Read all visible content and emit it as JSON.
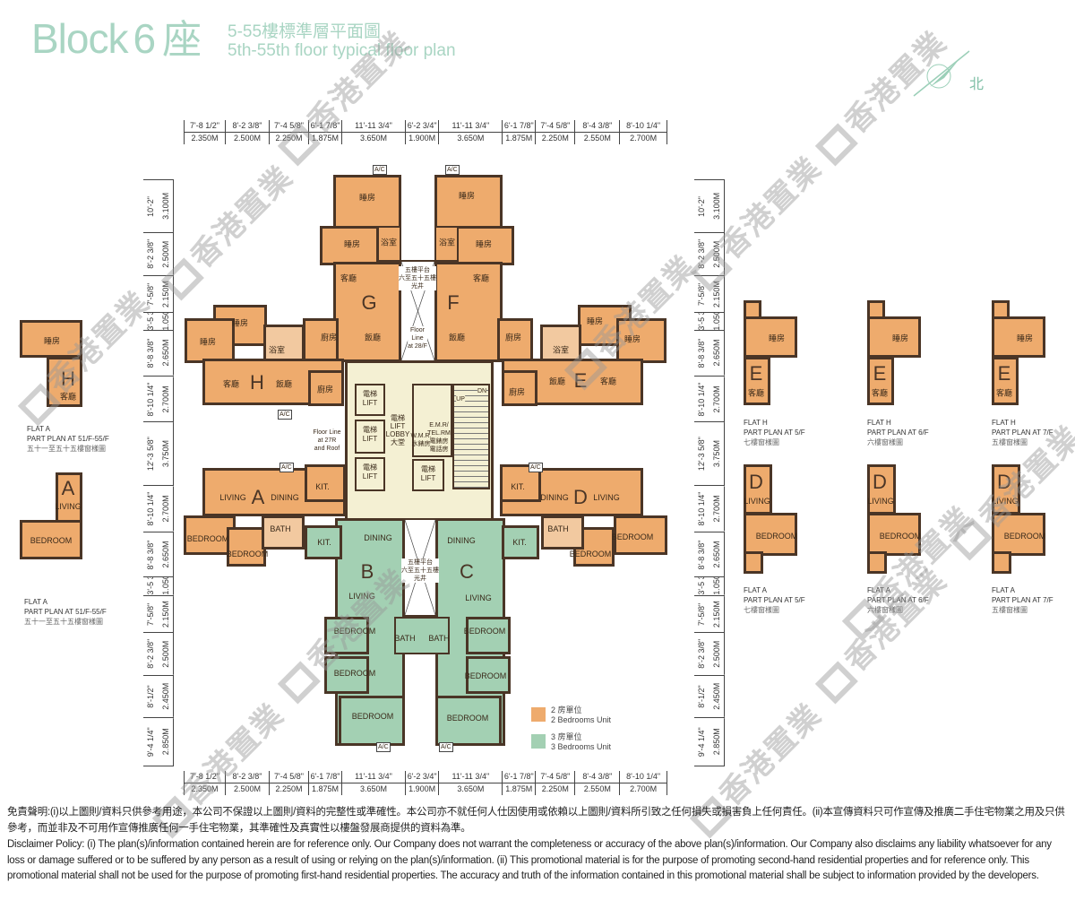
{
  "title": {
    "block": "Block",
    "number": "6",
    "zh_block": "座",
    "zh_subtitle": "5-55樓標準層平面圖",
    "en_subtitle": "5th-55th floor typical floor plan"
  },
  "compass": {
    "north": "北"
  },
  "dims_top": {
    "imperial": [
      "7'-8 1/2\"",
      "8'-2 3/8\"",
      "7'-4 5/8\"",
      "6'-1 7/8\"",
      "11'-11 3/4\"",
      "6'-2 3/4\"",
      "11'-11 3/4\"",
      "6'-1 7/8\"",
      "7'-4 5/8\"",
      "8'-4 3/8\"",
      "8'-10 1/4\""
    ],
    "metric": [
      "2.350M",
      "2.500M",
      "2.250M",
      "1.875M",
      "3.650M",
      "1.900M",
      "3.650M",
      "1.875M",
      "2.250M",
      "2.550M",
      "2.700M"
    ]
  },
  "dims_side": {
    "imperial": [
      "10'-2\"",
      "8'-2 3/8\"",
      "7'-5/8\"",
      "3'-5 3/8\"",
      "8'-8 3/8\"",
      "8'-10 1/4\"",
      "12'-3 5/8\"",
      "8'-10 1/4\"",
      "8'-8 3/8\"",
      "3'-5 3/8\"",
      "7'-5/8\"",
      "8'-2 3/8\"",
      "8'-1/2\"",
      "9'-4 1/4\""
    ],
    "metric": [
      "3.100M",
      "2.500M",
      "2.150M",
      "1.050M",
      "2.650M",
      "2.700M",
      "3.750M",
      "2.700M",
      "2.650M",
      "1.050M",
      "2.150M",
      "2.500M",
      "2.450M",
      "2.850M"
    ]
  },
  "plan": {
    "bedroom_zh": "睡房",
    "bath_zh": "浴室",
    "living_zh": "客廳",
    "dining_zh": "飯廳",
    "kitchen_zh": "廚房",
    "bedroom": "BEDROOM",
    "bath": "BATH",
    "living": "LIVING",
    "dining": "DINING",
    "kitchen": "KIT.",
    "ac": "A/C",
    "units": {
      "A": "A",
      "B": "B",
      "C": "C",
      "D": "D",
      "E": "E",
      "F": "F",
      "G": "G",
      "H": "H"
    },
    "light_well": [
      "五樓平台",
      "六至五十五樓",
      "光井"
    ],
    "floor_line_28": [
      "Floor",
      "Line",
      "at 28/F"
    ],
    "floor_line_27": [
      "Floor Line",
      "at 27R",
      "and Roof"
    ],
    "lift_zh": "電梯",
    "lift": "LIFT",
    "lobby": [
      "電梯",
      "LIFT",
      "LOBBY",
      "大堂"
    ],
    "wmr": [
      "W.M.R.",
      "水錶房"
    ],
    "emr": [
      "E.M.R/",
      "TEL.RM",
      "電錶房",
      "電話房"
    ],
    "up": "UP",
    "dn": "DN"
  },
  "legend": [
    {
      "zh": "2 房單位",
      "en": "2 Bedrooms Unit",
      "color": "#eeab6d"
    },
    {
      "zh": "3 房單位",
      "en": "3 Bedrooms Unit",
      "color": "#a3d0b3"
    }
  ],
  "part_plans": {
    "left": [
      {
        "unit": "H",
        "room1": "睡房",
        "room2": "客廳",
        "flat": "FLAT A",
        "plan": "PART PLAN AT 51/F-55/F",
        "zh": "五十一至五十五樓窗樣圖"
      },
      {
        "unit": "A",
        "room1": "LIVING",
        "room2": "BEDROOM",
        "flat": "FLAT A",
        "plan": "PART PLAN AT 51/F-55/F",
        "zh": "五十一至五十五樓窗樣圖"
      }
    ],
    "right_e": [
      {
        "unit": "E",
        "room1": "睡房",
        "room2": "客廳",
        "flat": "FLAT H",
        "plan": "PART PLAN AT 5/F",
        "zh": "七樓窗樣圖"
      },
      {
        "unit": "E",
        "room1": "睡房",
        "room2": "客廳",
        "flat": "FLAT H",
        "plan": "PART PLAN AT 6/F",
        "zh": "六樓窗樣圖"
      },
      {
        "unit": "E",
        "room1": "睡房",
        "room2": "客廳",
        "flat": "FLAT H",
        "plan": "PART PLAN AT 7/F",
        "zh": "五樓窗樣圖"
      }
    ],
    "right_d": [
      {
        "unit": "D",
        "room1": "LIVING",
        "room2": "BEDROOM",
        "flat": "FLAT A",
        "plan": "PART PLAN AT 5/F",
        "zh": "七樓窗樣圖"
      },
      {
        "unit": "D",
        "room1": "LIVING",
        "room2": "BEDROOM",
        "flat": "FLAT A",
        "plan": "PART PLAN AT 6/F",
        "zh": "六樓窗樣圖"
      },
      {
        "unit": "D",
        "room1": "LIVING",
        "room2": "BEDROOM",
        "flat": "FLAT A",
        "plan": "PART PLAN AT 7/F",
        "zh": "五樓窗樣圖"
      }
    ]
  },
  "watermark": "香港置業",
  "disclaimer": {
    "zh": "免責聲明:(i)以上圖則/資料只供參考用途，本公司不保證以上圖則/資料的完整性或準確性。本公司亦不就任何人仕因使用或依賴以上圖則/資料所引致之任何損失或損害負上任何責任。(ii)本宣傳資料只可作宣傳及推廣二手住宅物業之用及只供參考，而並非及不可用作宣傳推廣任何一手住宅物業，其準確性及真實性以樓盤發展商提供的資料為準。",
    "en": "Disclaimer Policy: (i) The plan(s)/information contained herein are for reference only. Our Company does not warrant the completeness or accuracy of the above plan(s)/information. Our Company also disclaims any liability whatsoever for any loss or damage suffered or to be suffered by any person as a result of using or relying on the plan(s)/information. (ii) This promotional material is for the purpose of promoting second-hand residential properties and for reference only. This promotional material shall not be used for the purpose of promoting first-hand residential properties. The accuracy and truth of the information contained in this promotional material shall be subject to information provided by the developers."
  }
}
